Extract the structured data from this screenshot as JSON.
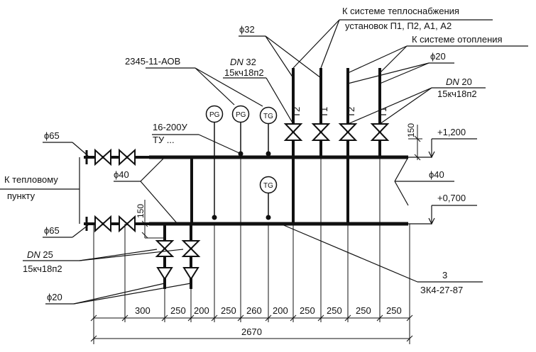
{
  "colors": {
    "line": "#111111",
    "background": "#ffffff"
  },
  "labels": {
    "heat_supply_1": "К системе теплоснабжения",
    "heat_supply_2": "установок П1, П2, А1, А2",
    "heating_system": "К системе отопления",
    "heat_point_1": "К тепловому",
    "heat_point_2": "пункту",
    "pipe_top_diam": "ϕ32",
    "pipe_right_top_diam": "ϕ20",
    "dn32_prefix": "DN",
    "dn32_value": " 32",
    "dn32_code": "15кч18п2",
    "dn20_prefix": "DN",
    "dn20_value": " 20",
    "dn20_code": "15кч18п2",
    "dn25_prefix": "DN",
    "dn25_value": " 25",
    "dn25_code": "15кч18п2",
    "inst_aob": "2345-11-АОВ",
    "inst_16": "16-200У",
    "inst_tu": "ТУ ...",
    "d65_top": "ϕ65",
    "d65_bottom": "ϕ65",
    "d40_left": "ϕ40",
    "d40_right": "ϕ40",
    "d20_bottom": "ϕ20",
    "level_top": "+1,200",
    "level_bottom": "+0,700",
    "dim_150_top": "150",
    "dim_150_left": "150",
    "ref_num": "3",
    "ref_code": "ЗК4-27-87"
  },
  "gauges": {
    "pg": "PG",
    "tg": "TG"
  },
  "risers": {
    "t1": "Т1",
    "t2": "Т2"
  },
  "dimensions": {
    "segments": [
      "300",
      "250",
      "200",
      "250",
      "260",
      "200",
      "250",
      "250",
      "250",
      "250"
    ],
    "total": "2670"
  }
}
